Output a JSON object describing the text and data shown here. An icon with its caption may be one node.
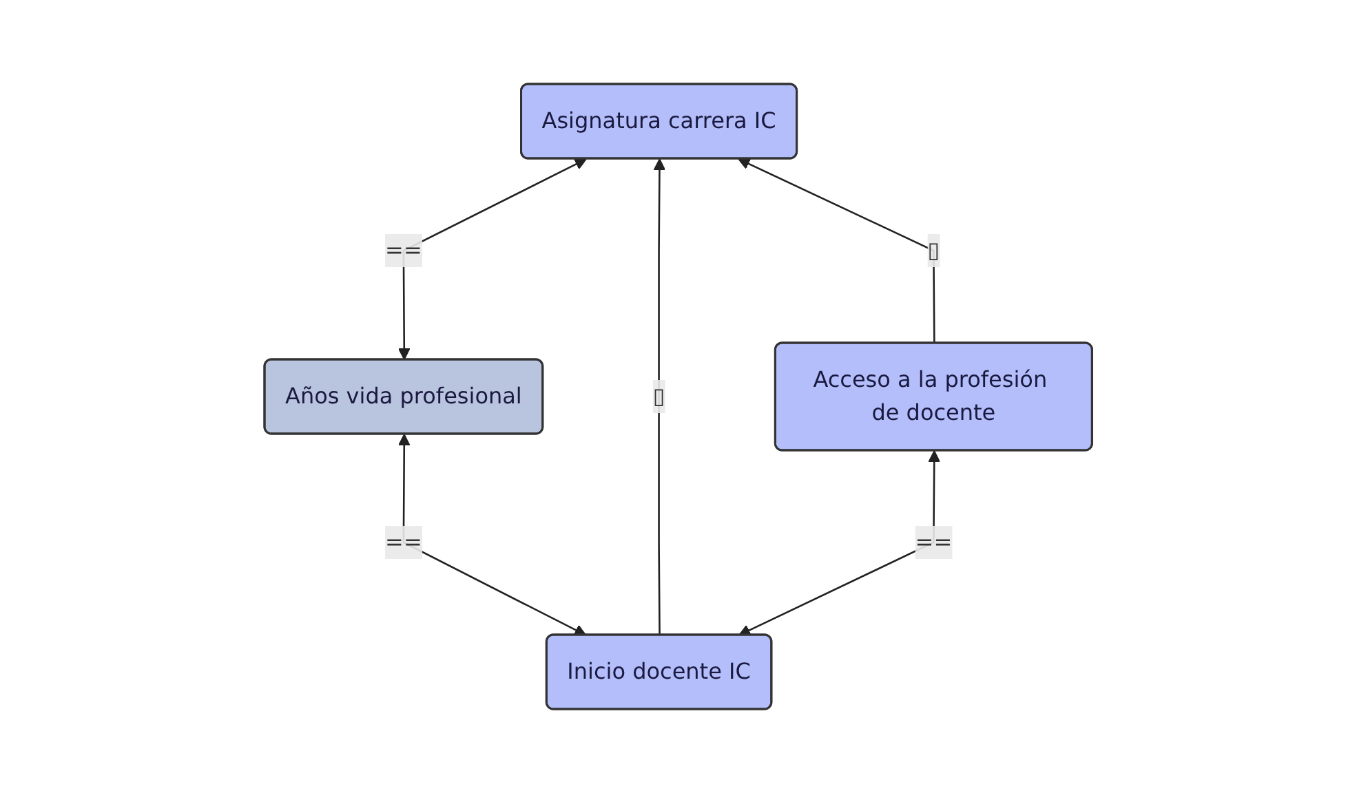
{
  "diagram": {
    "nodes": [
      {
        "text": [
          "Asignatura carrera IC"
        ]
      },
      {
        "text": [
          "Años vida profesional"
        ]
      },
      {
        "text": [
          "Acceso a la profesión de docente"
        ]
      },
      {
        "text": [
          "Inicio docente IC"
        ]
      }
    ],
    "edges": [
      {
        "from": 0,
        "to": 1,
        "arrow": "both",
        "label": "=="
      },
      {
        "from": 3,
        "to": 0,
        "arrow": "to",
        "label": "▯"
      },
      {
        "from": 2,
        "to": 0,
        "arrow": "to",
        "label": "▯"
      },
      {
        "from": 1,
        "to": 3,
        "arrow": "both",
        "label": "=="
      },
      {
        "from": 2,
        "to": 3,
        "arrow": "both",
        "label": "=="
      }
    ]
  }
}
